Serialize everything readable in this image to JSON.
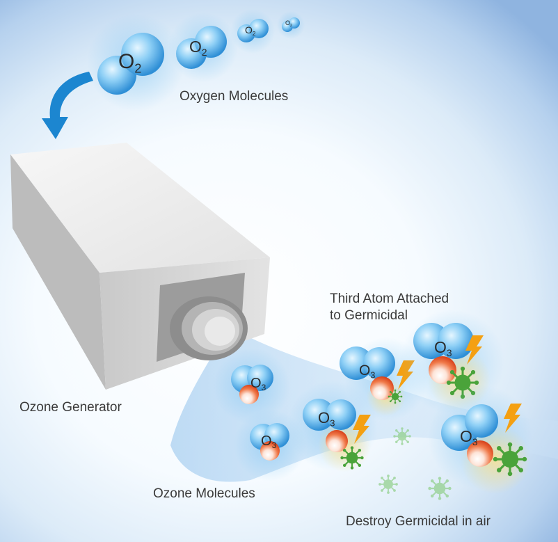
{
  "labels": {
    "oxygen_molecules": "Oxygen Molecules",
    "ozone_generator": "Ozone Generator",
    "third_atom_line1": "Third Atom Attached",
    "third_atom_line2": "to Germicidal",
    "ozone_molecules": "Ozone Molecules",
    "destroy": "Destroy Germicidal in air"
  },
  "formulas": {
    "oxygen_symbol": "O",
    "oxygen_subscript": "2",
    "ozone_symbol": "O",
    "ozone_subscript": "3"
  },
  "icons": [
    "curved-arrow-icon",
    "ozone-generator-box",
    "lightning-bolt-icon",
    "germ-icon"
  ],
  "colors": {
    "molecule_blue": "#5ab4ee",
    "arrow_blue": "#1c86d0",
    "ozone_atom_red": "#e6512a",
    "germ_green": "#4aa33a",
    "bolt_orange": "#f4a012"
  }
}
